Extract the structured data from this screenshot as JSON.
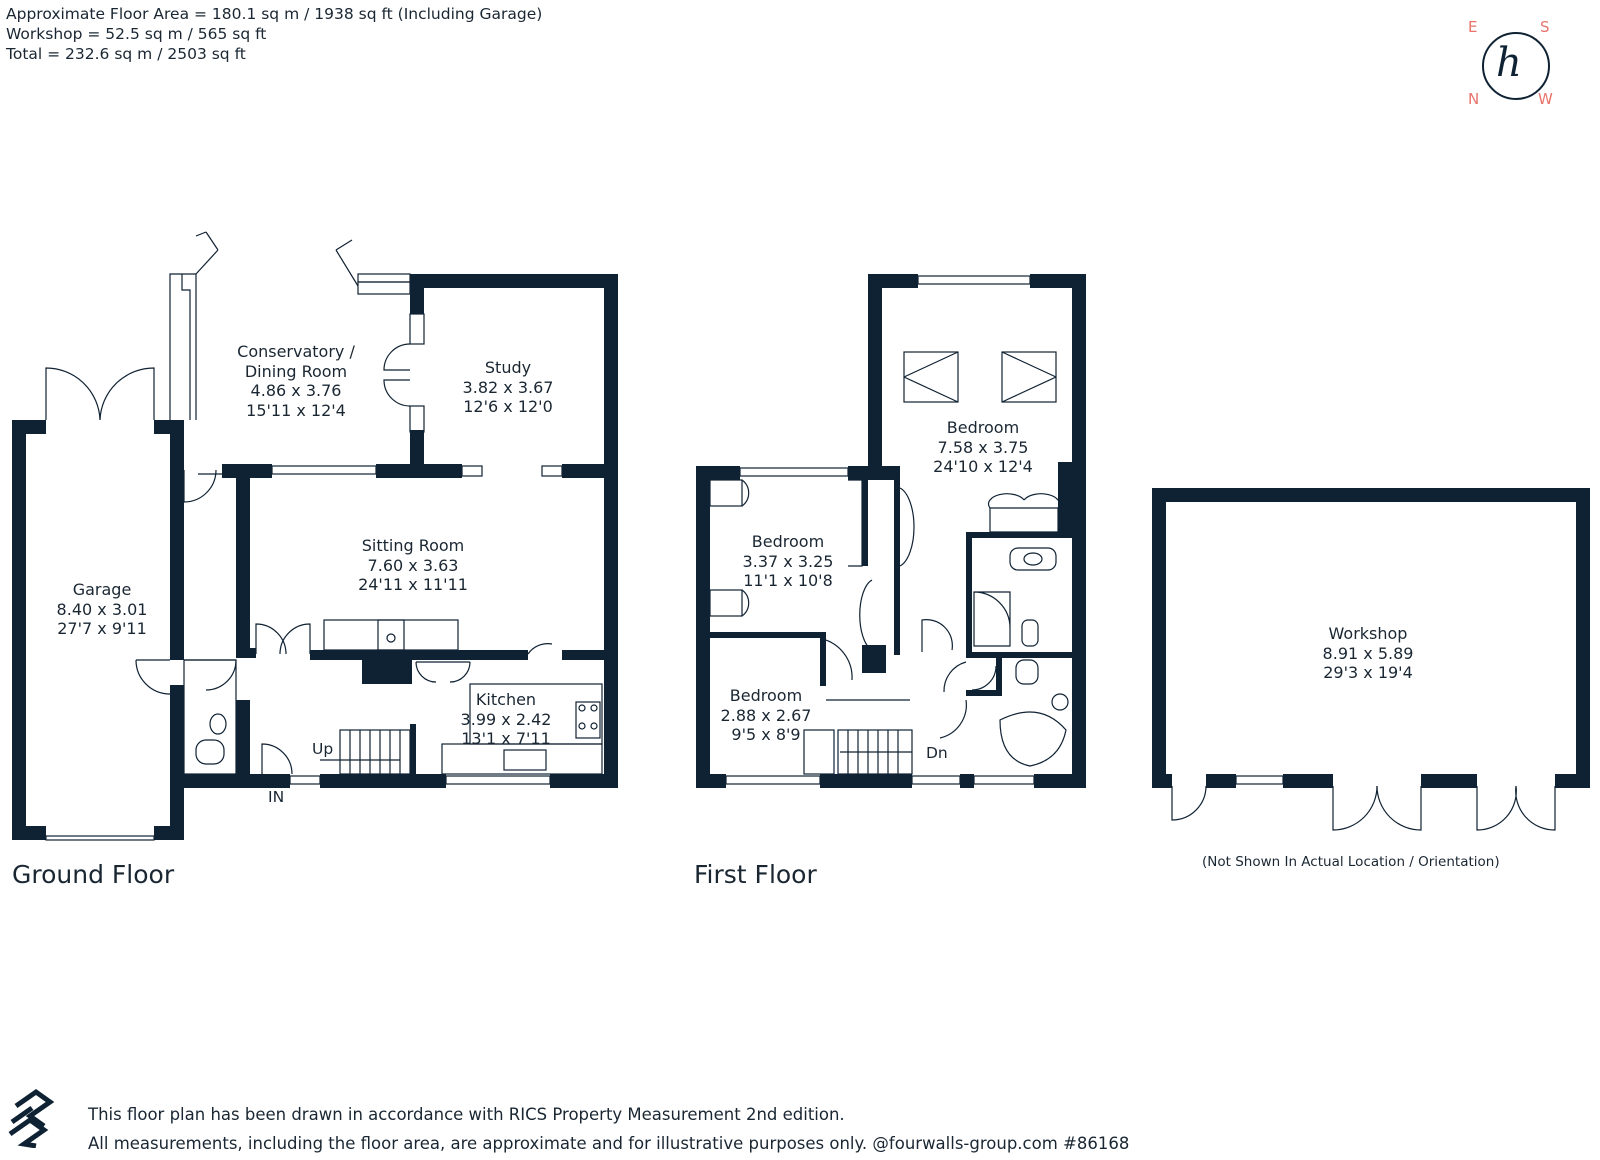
{
  "header": {
    "area_lines": [
      "Approximate Floor Area = 180.1 sq m / 1938 sq ft (Including Garage)",
      "Workshop = 52.5 sq m / 565 sq ft",
      "Total = 232.6 sq m / 2503 sq ft"
    ]
  },
  "compass": {
    "e": "E",
    "s": "S",
    "n": "N",
    "w": "W",
    "letter": "h"
  },
  "floors": {
    "ground": {
      "title": "Ground Floor",
      "rooms": {
        "garage": {
          "name": "Garage",
          "metric": "8.40 x 3.01",
          "imperial": "27'7 x 9'11"
        },
        "conservatory": {
          "name": "Conservatory /",
          "name2": "Dining Room",
          "metric": "4.86 x 3.76",
          "imperial": "15'11 x 12'4"
        },
        "study": {
          "name": "Study",
          "metric": "3.82 x 3.67",
          "imperial": "12'6 x 12'0"
        },
        "sitting": {
          "name": "Sitting Room",
          "metric": "7.60 x 3.63",
          "imperial": "24'11 x 11'11"
        },
        "kitchen": {
          "name": "Kitchen",
          "metric": "3.99 x 2.42",
          "imperial": "13'1 x 7'11"
        }
      },
      "stairs_label": "Up",
      "entry_label": "IN"
    },
    "first": {
      "title": "First Floor",
      "rooms": {
        "bedroom_main": {
          "name": "Bedroom",
          "metric": "7.58 x 3.75",
          "imperial": "24'10 x 12'4"
        },
        "bedroom_2": {
          "name": "Bedroom",
          "metric": "3.37 x 3.25",
          "imperial": "11'1 x 10'8"
        },
        "bedroom_3": {
          "name": "Bedroom",
          "metric": "2.88 x 2.67",
          "imperial": "9'5 x 8'9"
        }
      },
      "stairs_label": "Dn"
    },
    "workshop": {
      "rooms": {
        "workshop": {
          "name": "Workshop",
          "metric": "8.91 x 5.89",
          "imperial": "29'3 x 19'4"
        }
      },
      "note": "(Not Shown In Actual Location / Orientation)"
    }
  },
  "footer": {
    "line1": "This floor plan has been drawn in accordance with RICS Property Measurement 2nd edition.",
    "line2": "All measurements, including the floor area, are approximate and for illustrative purposes only. @fourwalls-group.com #86168"
  },
  "colors": {
    "wall": "#0f2233",
    "accent": "#e8736b",
    "text": "#1a2733"
  }
}
